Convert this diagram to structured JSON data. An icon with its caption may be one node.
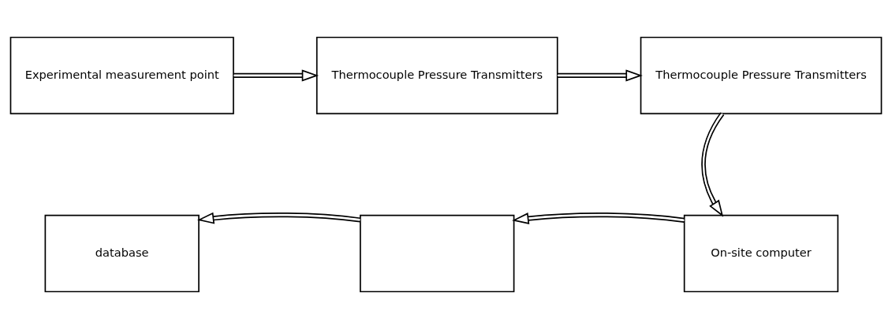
{
  "diagram": {
    "nodes": [
      {
        "text": [
          "Experimental measurement point"
        ]
      },
      {
        "text": [
          "Thermocouple Pressure Transmitters"
        ]
      },
      {
        "text": [
          "Thermocouple Pressure Transmitters"
        ]
      },
      {
        "text": [
          "On-site computer"
        ]
      },
      {
        "text": [],
        "shape": "box"
      },
      {
        "text": [
          "database"
        ]
      }
    ],
    "edges": [
      {
        "from": 0,
        "to": 1,
        "arrow": "to"
      },
      {
        "from": 1,
        "to": 2,
        "arrow": "to"
      },
      {
        "from": 2,
        "to": 3,
        "arrow": "to"
      },
      {
        "from": 3,
        "to": 4,
        "arrow": "to"
      },
      {
        "from": 4,
        "to": 5,
        "arrow": "to"
      }
    ]
  }
}
